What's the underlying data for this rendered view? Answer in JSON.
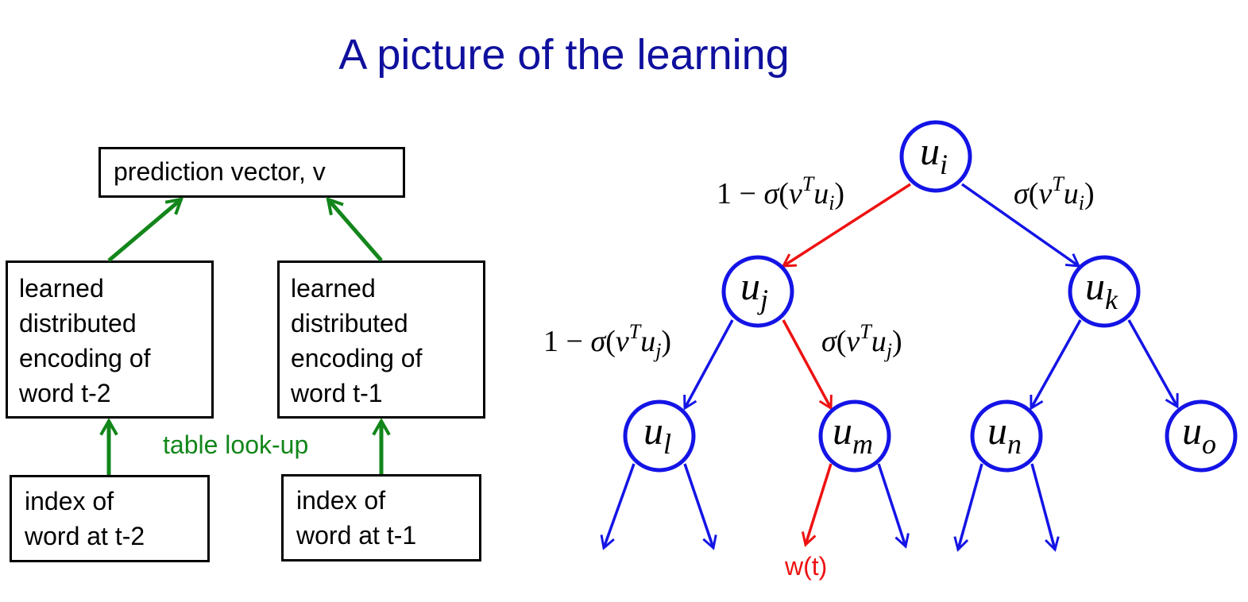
{
  "title": "A picture of the learning",
  "left": {
    "prediction": "prediction vector, v",
    "enc_left": [
      "learned",
      "distributed",
      "encoding of",
      "word t-2"
    ],
    "enc_right": [
      "learned",
      "distributed",
      "encoding of",
      "word t-1"
    ],
    "idx_left": [
      "index of",
      "word at t-2"
    ],
    "idx_right": [
      "index of",
      "word at t-1"
    ],
    "lookup": "table look-up"
  },
  "tree": {
    "nodes": {
      "i": {
        "base": "u",
        "sub": "i"
      },
      "j": {
        "base": "u",
        "sub": "j"
      },
      "k": {
        "base": "u",
        "sub": "k"
      },
      "l": {
        "base": "u",
        "sub": "l"
      },
      "m": {
        "base": "u",
        "sub": "m"
      },
      "n": {
        "base": "u",
        "sub": "n"
      },
      "o": {
        "base": "u",
        "sub": "o"
      }
    },
    "edge_labels": {
      "one_minus": "1 − ",
      "sigma": "σ",
      "open": "(",
      "close": ")",
      "v": "v",
      "T": "T",
      "u": "u",
      "i": "i",
      "j": "j"
    },
    "target": "w(t)"
  },
  "colors": {
    "title": "#10109e",
    "green": "#12861a",
    "blue": "#1414e6",
    "red": "#ee1111"
  }
}
